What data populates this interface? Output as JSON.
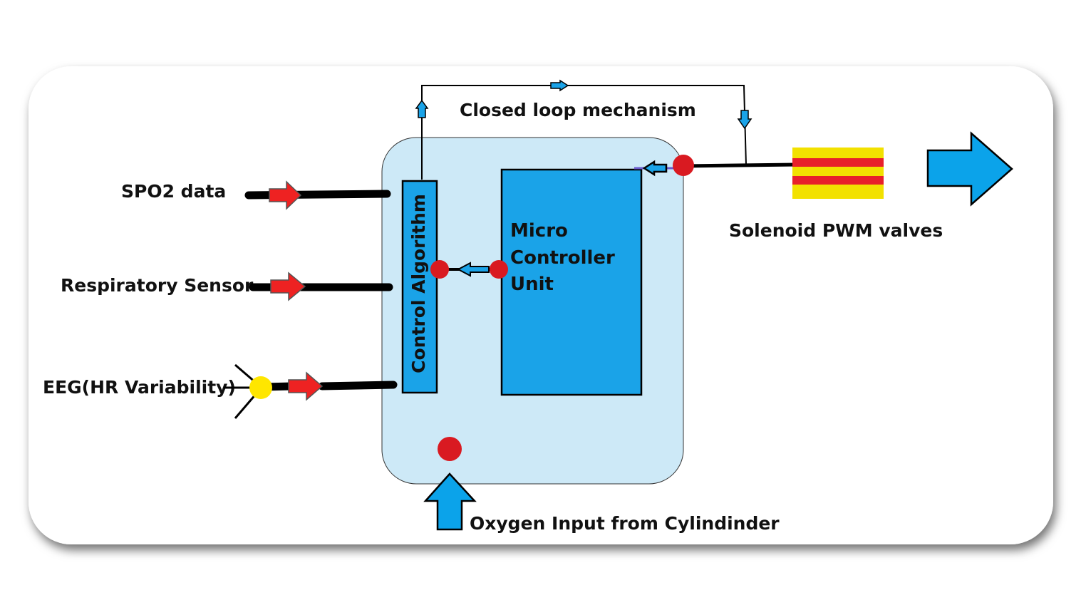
{
  "labels": {
    "spo2": "SPO2 data",
    "respiratory": "Respiratory Sensor",
    "eeg": "EEG(HR Variability)",
    "control_algorithm": "Control Algorithm",
    "mcu_line1": "Micro",
    "mcu_line2": "Controller",
    "mcu_line3": "Unit",
    "closed_loop": "Closed loop mechanism",
    "solenoid": "Solenoid PWM valves",
    "oxygen_input": "Oxygen Input from Cylindinder"
  },
  "colors": {
    "container": "#cde9f7",
    "block_blue": "#1aa3e8",
    "arrow_blue": "#0ba3ea",
    "arrow_red": "#ee2222",
    "junction_red": "#d91a21",
    "junction_yellow": "#ffe600",
    "valve_yellow": "#f2e100",
    "valve_red": "#e8202a",
    "line": "#000000"
  }
}
